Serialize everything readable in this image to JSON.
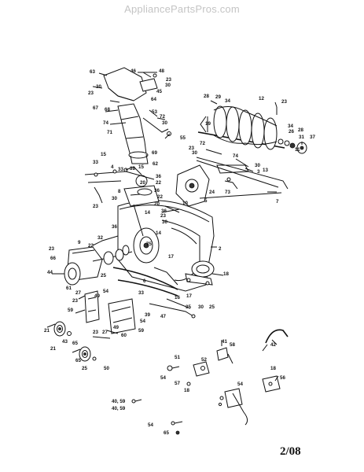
{
  "watermark": "AppliancePartsPros.com",
  "footer_code": "2/08",
  "callouts": [
    {
      "id": "c1",
      "text": "63"
    },
    {
      "id": "c2",
      "text": "46"
    },
    {
      "id": "c3",
      "text": "48"
    },
    {
      "id": "c4",
      "text": "23"
    },
    {
      "id": "c5",
      "text": "30"
    },
    {
      "id": "c6",
      "text": "30"
    },
    {
      "id": "c7",
      "text": "23"
    },
    {
      "id": "c8",
      "text": "45"
    },
    {
      "id": "c9",
      "text": "64"
    },
    {
      "id": "c10",
      "text": "67"
    },
    {
      "id": "c11",
      "text": "68"
    },
    {
      "id": "c12",
      "text": "53"
    },
    {
      "id": "c13",
      "text": "72"
    },
    {
      "id": "c14",
      "text": "30"
    },
    {
      "id": "c15",
      "text": "74"
    },
    {
      "id": "c16",
      "text": "71"
    },
    {
      "id": "c17",
      "text": "55"
    },
    {
      "id": "c18",
      "text": "69"
    },
    {
      "id": "c19",
      "text": "62"
    },
    {
      "id": "c20",
      "text": "28"
    },
    {
      "id": "c21",
      "text": "29"
    },
    {
      "id": "c22",
      "text": "34"
    },
    {
      "id": "c23",
      "text": "12"
    },
    {
      "id": "c24",
      "text": "23"
    },
    {
      "id": "c25",
      "text": "19"
    },
    {
      "id": "c26",
      "text": "34"
    },
    {
      "id": "c27",
      "text": "26"
    },
    {
      "id": "c28",
      "text": "28"
    },
    {
      "id": "c29",
      "text": "31"
    },
    {
      "id": "c30",
      "text": "37"
    },
    {
      "id": "c31",
      "text": "11"
    },
    {
      "id": "c32",
      "text": "72"
    },
    {
      "id": "c33",
      "text": "23"
    },
    {
      "id": "c34",
      "text": "30"
    },
    {
      "id": "c35",
      "text": "74"
    },
    {
      "id": "c36",
      "text": "30"
    },
    {
      "id": "c37",
      "text": "3"
    },
    {
      "id": "c38",
      "text": "13"
    },
    {
      "id": "c39",
      "text": "15"
    },
    {
      "id": "c40",
      "text": "33"
    },
    {
      "id": "c41",
      "text": "4"
    },
    {
      "id": "c42",
      "text": "33"
    },
    {
      "id": "c43",
      "text": "38"
    },
    {
      "id": "c44",
      "text": "15"
    },
    {
      "id": "c45",
      "text": "36"
    },
    {
      "id": "c46",
      "text": "22"
    },
    {
      "id": "c47",
      "text": "36"
    },
    {
      "id": "c48",
      "text": "20"
    },
    {
      "id": "c49",
      "text": "22"
    },
    {
      "id": "c50",
      "text": "20"
    },
    {
      "id": "c51",
      "text": "36"
    },
    {
      "id": "c52",
      "text": "23"
    },
    {
      "id": "c53",
      "text": "14"
    },
    {
      "id": "c54",
      "text": "10"
    },
    {
      "id": "c55",
      "text": "23"
    },
    {
      "id": "c56",
      "text": "30"
    },
    {
      "id": "c57",
      "text": "36"
    },
    {
      "id": "c58",
      "text": "24"
    },
    {
      "id": "c59",
      "text": "73"
    },
    {
      "id": "c60",
      "text": "5"
    },
    {
      "id": "c61",
      "text": "7"
    },
    {
      "id": "c62",
      "text": "8"
    },
    {
      "id": "c63",
      "text": "30"
    },
    {
      "id": "c64",
      "text": "23"
    },
    {
      "id": "c65",
      "text": "66"
    },
    {
      "id": "c66",
      "text": "9"
    },
    {
      "id": "c67",
      "text": "32"
    },
    {
      "id": "c68",
      "text": "22"
    },
    {
      "id": "c69",
      "text": "14"
    },
    {
      "id": "c70",
      "text": "75"
    },
    {
      "id": "c71",
      "text": "2"
    },
    {
      "id": "c72",
      "text": "17"
    },
    {
      "id": "c73",
      "text": "44"
    },
    {
      "id": "c74",
      "text": "61"
    },
    {
      "id": "c75",
      "text": "25"
    },
    {
      "id": "c76",
      "text": "6"
    },
    {
      "id": "c77",
      "text": "18"
    },
    {
      "id": "c78",
      "text": "27"
    },
    {
      "id": "c79",
      "text": "23"
    },
    {
      "id": "c80",
      "text": "59"
    },
    {
      "id": "c81",
      "text": "54"
    },
    {
      "id": "c82",
      "text": "49"
    },
    {
      "id": "c83",
      "text": "33"
    },
    {
      "id": "c84",
      "text": "16"
    },
    {
      "id": "c85",
      "text": "17"
    },
    {
      "id": "c86",
      "text": "35"
    },
    {
      "id": "c87",
      "text": "30"
    },
    {
      "id": "c88",
      "text": "25"
    },
    {
      "id": "c89",
      "text": "39"
    },
    {
      "id": "c90",
      "text": "54"
    },
    {
      "id": "c91",
      "text": "59"
    },
    {
      "id": "c92",
      "text": "27"
    },
    {
      "id": "c93",
      "text": "49"
    },
    {
      "id": "c94",
      "text": "23"
    },
    {
      "id": "c95",
      "text": "60"
    },
    {
      "id": "c96",
      "text": "47"
    },
    {
      "id": "c97",
      "text": "21"
    },
    {
      "id": "c98",
      "text": "43"
    },
    {
      "id": "c99",
      "text": "65"
    },
    {
      "id": "c100",
      "text": "21"
    },
    {
      "id": "c101",
      "text": "65"
    },
    {
      "id": "c102",
      "text": "25"
    },
    {
      "id": "c103",
      "text": "50"
    },
    {
      "id": "c104",
      "text": "51"
    },
    {
      "id": "c105",
      "text": "54"
    },
    {
      "id": "c106",
      "text": "57"
    },
    {
      "id": "c107",
      "text": "52"
    },
    {
      "id": "c108",
      "text": "18"
    },
    {
      "id": "c109",
      "text": "41"
    },
    {
      "id": "c110",
      "text": "58"
    },
    {
      "id": "c111",
      "text": "42"
    },
    {
      "id": "c112",
      "text": "18"
    },
    {
      "id": "c113",
      "text": "56"
    },
    {
      "id": "c114",
      "text": "54"
    },
    {
      "id": "c115",
      "text": "40, 59"
    },
    {
      "id": "c116",
      "text": "40, 59"
    },
    {
      "id": "c117",
      "text": "54"
    },
    {
      "id": "c118",
      "text": "65"
    }
  ]
}
